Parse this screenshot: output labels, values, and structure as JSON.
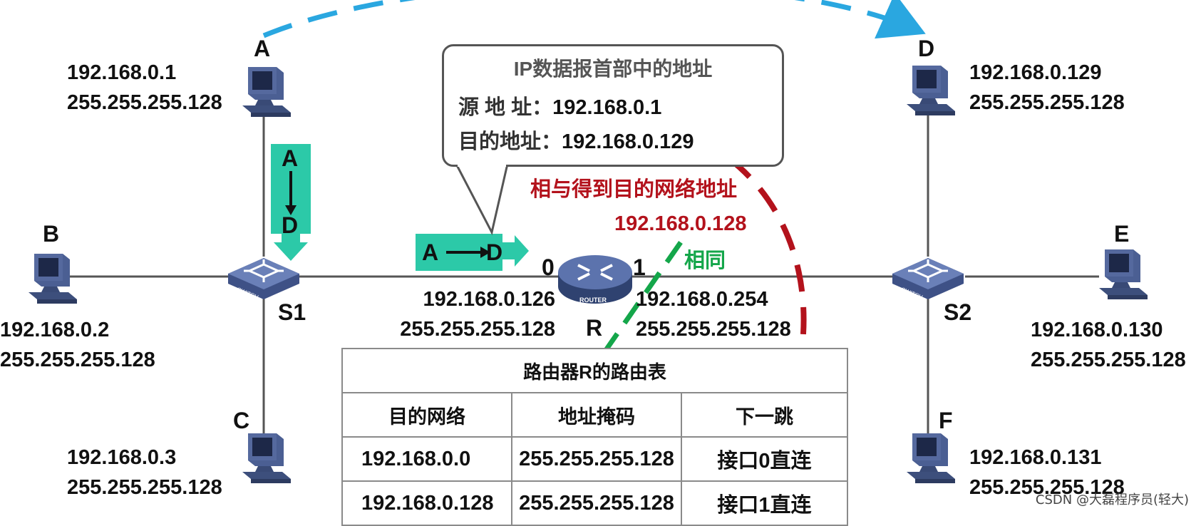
{
  "hosts": {
    "A": {
      "name": "A",
      "ip": "192.168.0.1",
      "mask": "255.255.255.128"
    },
    "B": {
      "name": "B",
      "ip": "192.168.0.2",
      "mask": "255.255.255.128"
    },
    "C": {
      "name": "C",
      "ip": "192.168.0.3",
      "mask": "255.255.255.128"
    },
    "D": {
      "name": "D",
      "ip": "192.168.0.129",
      "mask": "255.255.255.128"
    },
    "E": {
      "name": "E",
      "ip": "192.168.0.130",
      "mask": "255.255.255.128"
    },
    "F": {
      "name": "F",
      "ip": "192.168.0.131",
      "mask": "255.255.255.128"
    }
  },
  "switches": {
    "S1": {
      "name": "S1",
      "device_label": "SWITCH"
    },
    "S2": {
      "name": "S2",
      "device_label": "SWITCH"
    }
  },
  "router": {
    "name": "R",
    "device_label": "ROUTER",
    "port0": {
      "num": "0",
      "ip": "192.168.0.126",
      "mask": "255.255.255.128"
    },
    "port1": {
      "num": "1",
      "ip": "192.168.0.254",
      "mask": "255.255.255.128"
    }
  },
  "packet": {
    "src": "A",
    "dst": "D"
  },
  "header_box": {
    "title": "IP数据报首部中的地址",
    "src_label": "源 地 址：",
    "src_value": "192.168.0.1",
    "dst_label": "目的地址：",
    "dst_value": "192.168.0.129"
  },
  "annotations": {
    "and_result_label": "相与得到目的网络地址",
    "network_address": "192.168.0.128",
    "match_label": "相同"
  },
  "routing_table": {
    "caption": "路由器R的路由表",
    "columns": [
      "目的网络",
      "地址掩码",
      "下一跳"
    ],
    "rows": [
      [
        "192.168.0.0",
        "255.255.255.128",
        "接口0直连"
      ],
      [
        "192.168.0.128",
        "255.255.255.128",
        "接口1直连"
      ]
    ]
  },
  "watermark": "CSDN @大磊程序员(轻大)",
  "colors": {
    "link": "#555555",
    "packet_box": "#2cc9a8",
    "blue_path": "#2aa7e0",
    "red_path": "#b3121c",
    "green_path": "#14a64a",
    "device": "#4a5d8f"
  }
}
